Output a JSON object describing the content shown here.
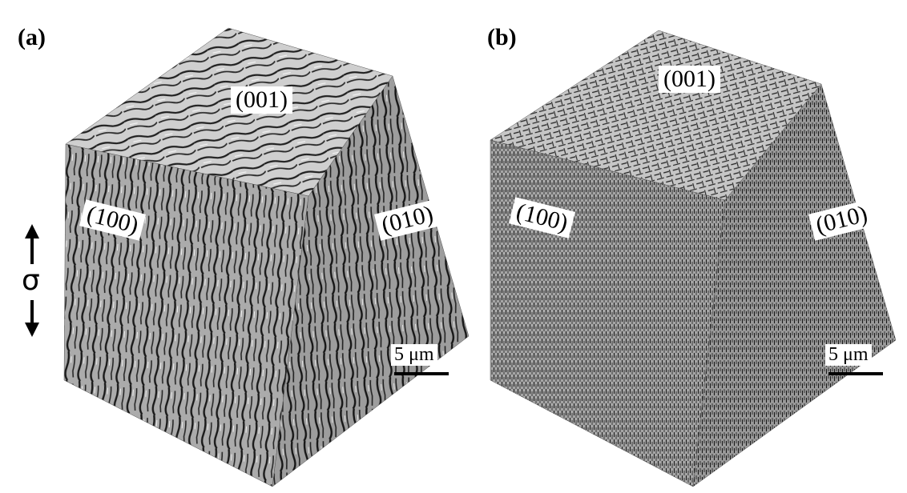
{
  "panels": [
    {
      "id": "a",
      "label": "(a)",
      "faces": {
        "top": "(001)",
        "left": "(100)",
        "right": "(010)"
      },
      "scale_bar": "5 μm",
      "texture": "coarse"
    },
    {
      "id": "b",
      "label": "(b)",
      "faces": {
        "top": "(001)",
        "left": "(100)",
        "right": "(010)"
      },
      "scale_bar": "5 μm",
      "texture": "fine"
    }
  ],
  "stress_axis": {
    "symbol": "σ",
    "arrow_up_icon": "arrow-up-icon",
    "arrow_down_icon": "arrow-down-icon"
  },
  "colors": {
    "top_face": "#c9c9c9",
    "left_face": "#a9a9a9",
    "right_face": "#989898",
    "lamella": "#1e1e1e"
  }
}
